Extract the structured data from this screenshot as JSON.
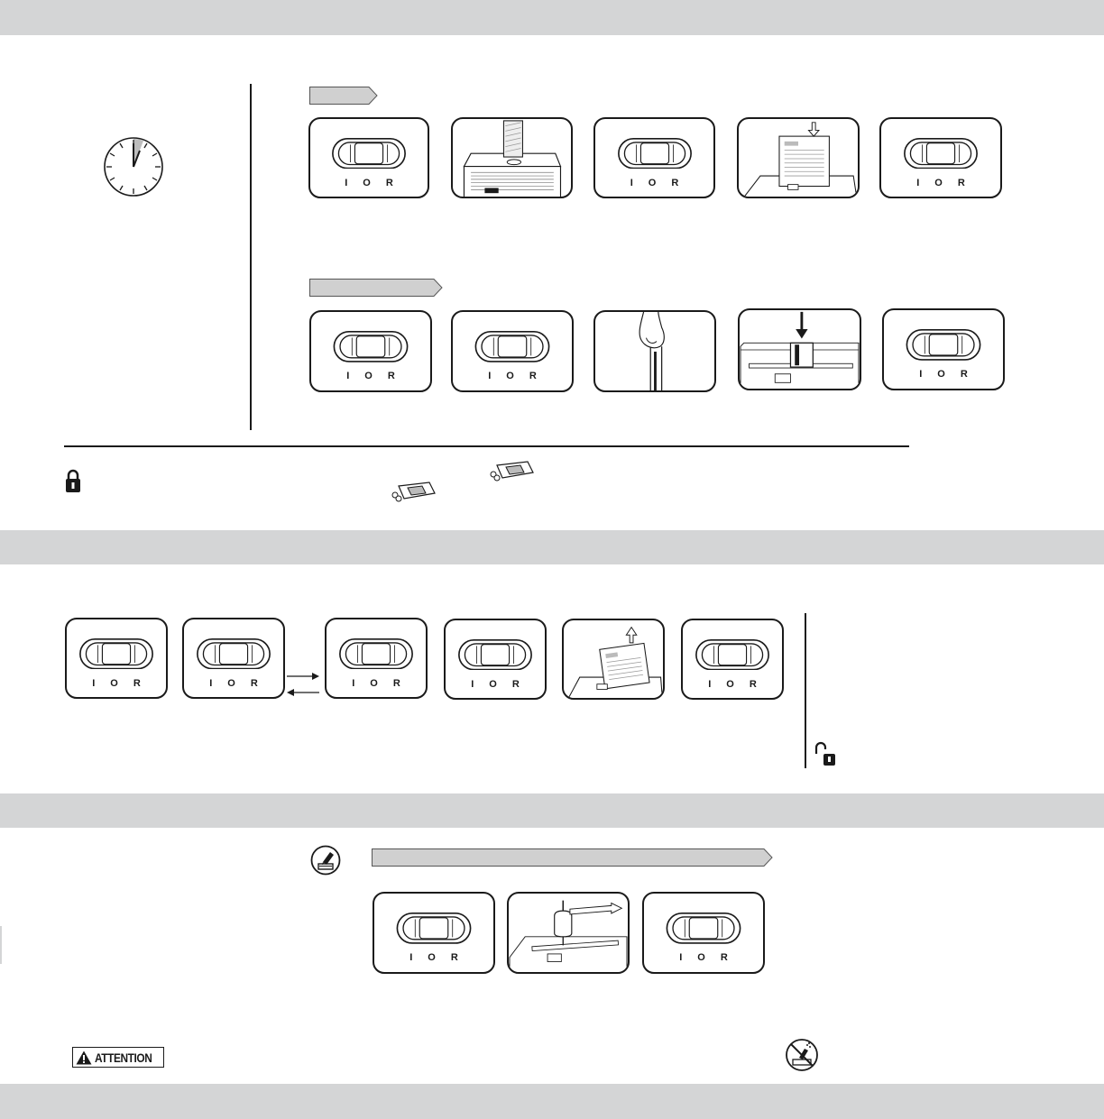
{
  "switch_labels": {
    "on": "I",
    "off": "O",
    "reverse": "R"
  },
  "attention_label": "ATTENTION",
  "icons": {
    "timer": "clock-icon",
    "locked": "padlock-closed-icon",
    "unlocked": "padlock-open-icon",
    "oil": "pencil-oil-icon",
    "no_oil": "no-aerosol-icon",
    "warning": "warning-triangle-icon"
  },
  "colors": {
    "band": "#d4d5d6",
    "line": "#1a1a1a",
    "tab_fill": "#d0d0d0"
  }
}
